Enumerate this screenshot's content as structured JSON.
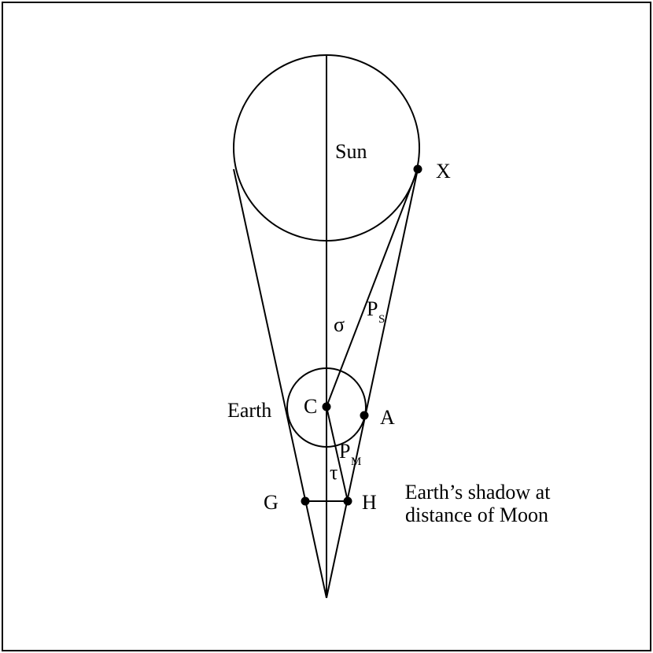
{
  "labels": {
    "sun": "Sun",
    "earth": "Earth",
    "point_x": "X",
    "point_c": "C",
    "point_a": "A",
    "point_g": "G",
    "point_h": "H",
    "sigma": "σ",
    "tau": "τ",
    "ps_main": "P",
    "ps_sub": "S",
    "pm_main": "P",
    "pm_sub": "M",
    "shadow_line1": "Earth’s shadow at",
    "shadow_line2": "distance of Moon"
  },
  "colors": {
    "stroke": "#000000",
    "background": "#ffffff"
  }
}
